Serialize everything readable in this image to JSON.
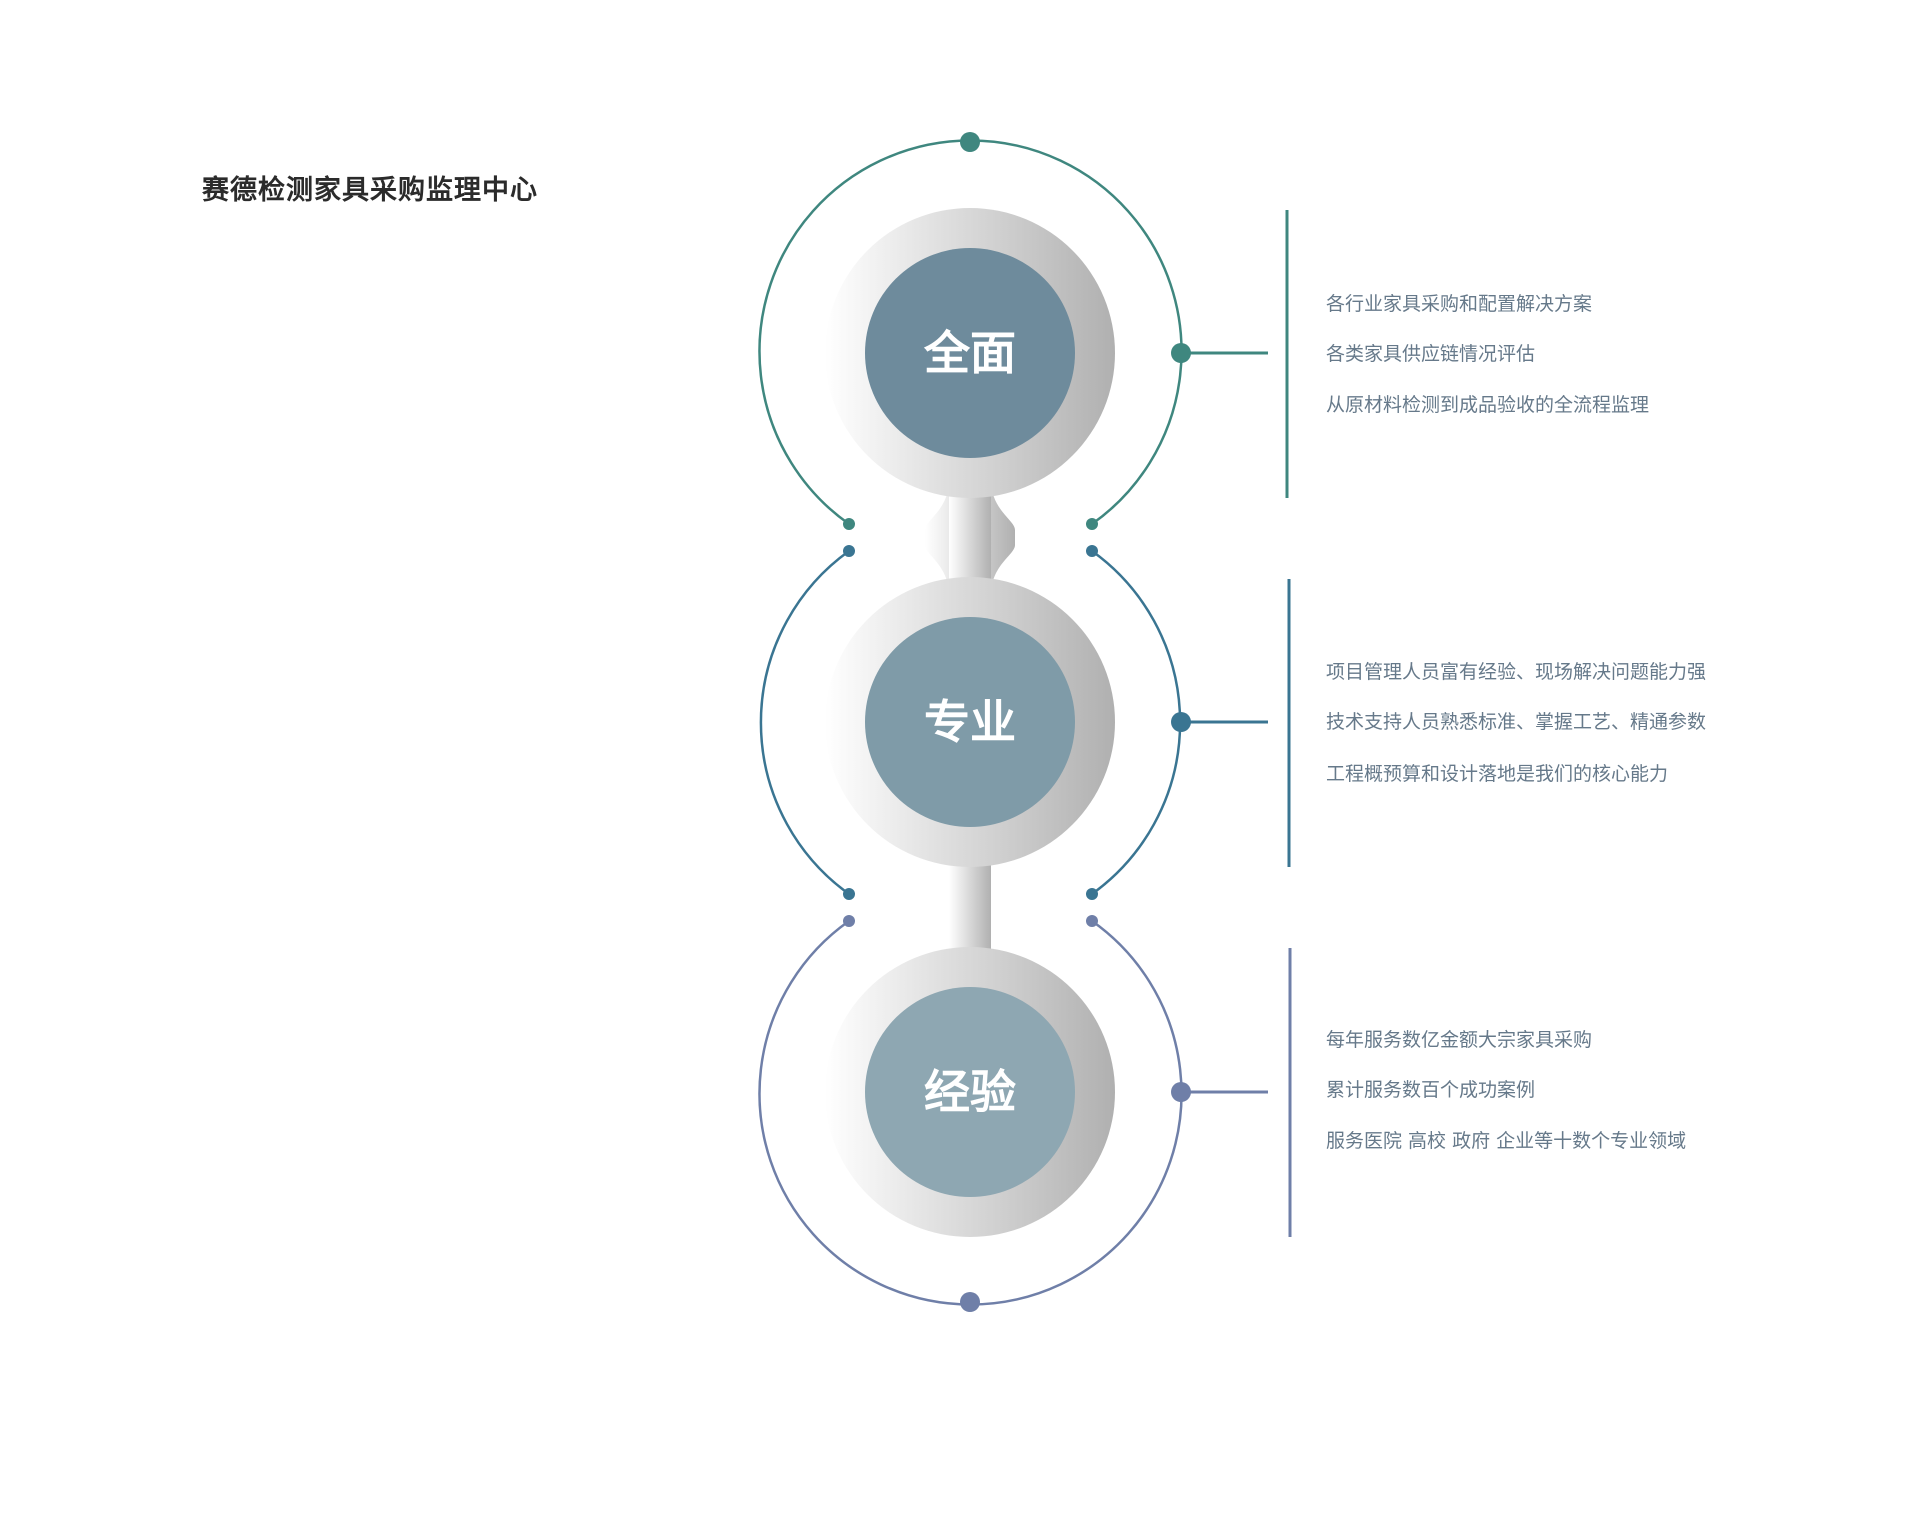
{
  "title": "赛德检测家具采购监理中心",
  "colors": {
    "teal": "#3f877f",
    "blue": "#3a7592",
    "purple": "#6f7fa8",
    "text": "#66798a"
  },
  "sections": [
    {
      "label": "全面",
      "items": [
        "各行业家具采购和配置解决方案",
        "各类家具供应链情况评估",
        "从原材料检测到成品验收的全流程监理"
      ]
    },
    {
      "label": "专业",
      "items": [
        "项目管理人员富有经验、现场解决问题能力强",
        "技术支持人员熟悉标准、掌握工艺、精通参数",
        "工程概预算和设计落地是我们的核心能力"
      ]
    },
    {
      "label": "经验",
      "items": [
        "每年服务数亿金额大宗家具采购",
        "累计服务数百个成功案例",
        "服务医院 高校 政府 企业等十数个专业领域"
      ]
    }
  ]
}
